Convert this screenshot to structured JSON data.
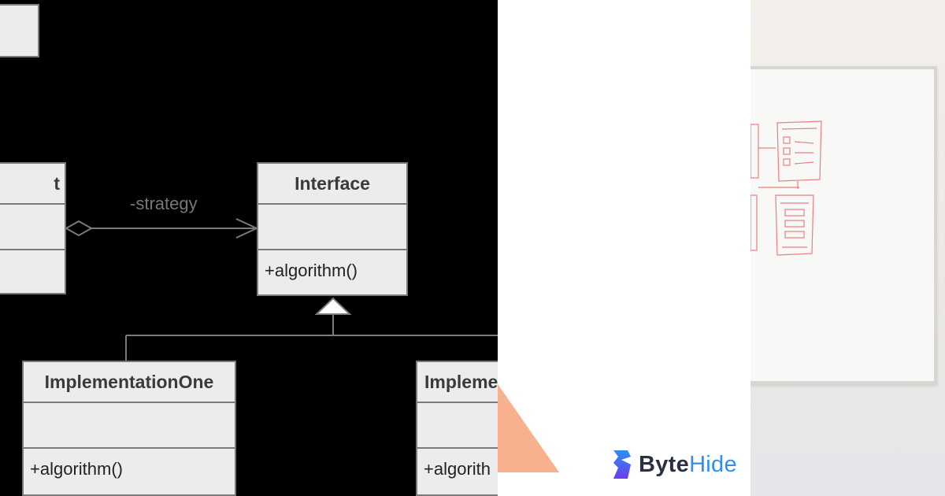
{
  "diagram": {
    "context_title_fragment": "t",
    "interface": {
      "title": "Interface",
      "operation": "+algorithm()"
    },
    "implementation_one": {
      "title": "ImplementationOne",
      "operation": "+algorithm()"
    },
    "implementation_two": {
      "title": "Impleme",
      "operation": "+algorith"
    },
    "edge_label": "-strategy"
  },
  "logo": {
    "part1": "Byte",
    "part2": "Hide"
  },
  "colors": {
    "diagram_background": "#000000",
    "box_fill": "#ececec",
    "box_border": "#7a7a7a",
    "accent_triangle": "#f8b18e",
    "logo_dark": "#2b2f44",
    "logo_blue": "#2e8ff0"
  }
}
